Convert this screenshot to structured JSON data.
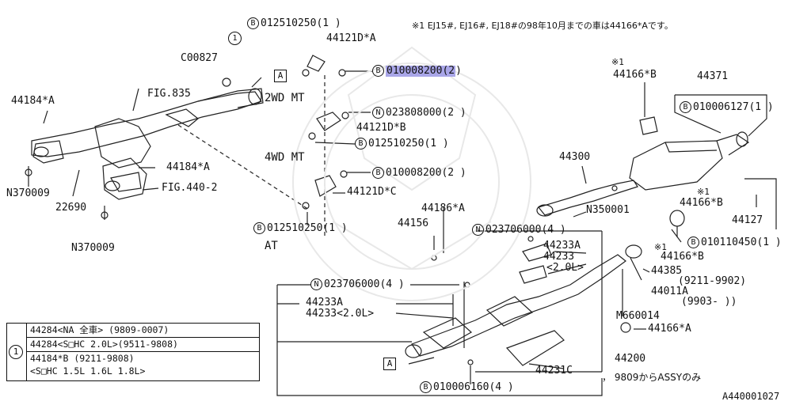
{
  "diagram": {
    "note": "※1 EJ15#, EJ16#, EJ18#の98年10月までの車は44166*Aです。",
    "footer_id": "A440001027",
    "section_labels": {
      "mt_2wd": "2WD MT",
      "mt_4wd": "4WD MT",
      "at": "AT"
    },
    "callout_box_a": "A",
    "callout_circle_1": "1",
    "star1": "※1",
    "parts": {
      "p012510250_top": {
        "prefix": "B",
        "text": "012510250(1 )"
      },
      "p44121D_A": {
        "text": "44121D*A"
      },
      "pC00827": {
        "text": "C00827"
      },
      "p010008200_hl": {
        "prefix": "B",
        "text": "010008200(2",
        "tail": " )"
      },
      "pFIG835": {
        "text": "FIG.835"
      },
      "p44184A_left": {
        "text": "44184*A"
      },
      "p023808000": {
        "prefix": "N",
        "text": "023808000(2 )"
      },
      "p44121D_B": {
        "text": "44121D*B"
      },
      "p012510250_mid": {
        "prefix": "B",
        "text": "012510250(1 )"
      },
      "p44184A_mid": {
        "text": "44184*A"
      },
      "pFIG440": {
        "text": "FIG.440-2"
      },
      "p010008200_b": {
        "prefix": "B",
        "text": "010008200(2 )"
      },
      "p44121D_C": {
        "text": "44121D*C"
      },
      "pN370009_a": {
        "text": "N370009"
      },
      "p22690": {
        "text": "22690"
      },
      "pN370009_b": {
        "text": "N370009"
      },
      "p012510250_at": {
        "prefix": "B",
        "text": "012510250(1 )"
      },
      "p44186A": {
        "text": "44186*A"
      },
      "p44156": {
        "text": "44156"
      },
      "p023706000_a": {
        "prefix": "N",
        "text": "023706000(4 )"
      },
      "p44233A_a": {
        "text": "44233A"
      },
      "p44233_a": {
        "text": "44233"
      },
      "p20L_a": {
        "text": "<2.0L>"
      },
      "p023706000_b": {
        "prefix": "N",
        "text": "023706000(4 )"
      },
      "p44233A_b": {
        "text": "44233A"
      },
      "p44233_b": {
        "text": "44233<2.0L>"
      },
      "p44166B_top": {
        "text": "44166*B"
      },
      "p44371": {
        "text": "44371"
      },
      "p010006127": {
        "prefix": "B",
        "text": "010006127(1 )"
      },
      "p44300": {
        "text": "44300"
      },
      "p44166B_mid": {
        "text": "44166*B"
      },
      "p44127": {
        "text": "44127"
      },
      "pN350001": {
        "text": "N350001"
      },
      "p010110450": {
        "prefix": "B",
        "text": "010110450(1 )"
      },
      "p44166B_low": {
        "text": "44166*B"
      },
      "p44385": {
        "text": "44385"
      },
      "p9211_9902": {
        "text": "(9211-9902)"
      },
      "p44011A": {
        "text": "44011A"
      },
      "p9903": {
        "text": "(9903-     ))"
      },
      "pM660014": {
        "text": "M660014"
      },
      "p44166A": {
        "text": "44166*A"
      },
      "p44200": {
        "text": "44200"
      },
      "p44231C": {
        "text": "44231C"
      },
      "p9809_assy": {
        "text": "， 9809からASSYのみ"
      },
      "p010006160": {
        "prefix": "B",
        "text": "010006160(4 )"
      }
    },
    "legend": {
      "marker": "1",
      "rows": [
        "44284<NA 全車>     (9809-0007)",
        "44284<S□HC 2.0L>(9511-9808)",
        "44184*B             (9211-9808)",
        "      <S□HC 1.5L 1.6L 1.8L>"
      ]
    }
  }
}
